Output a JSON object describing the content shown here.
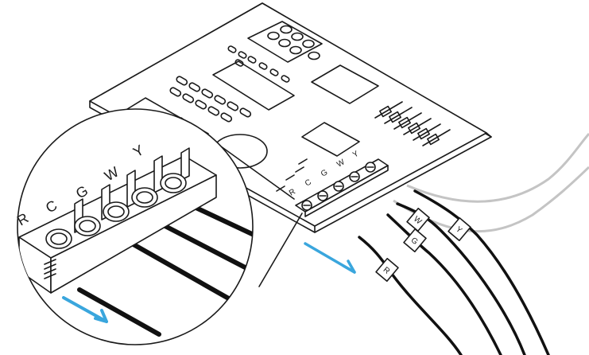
{
  "colors": {
    "ink": "#1a1a1a",
    "board": "#ffffff",
    "grey_wire": "#c4c4c4",
    "black_wire": "#111111",
    "arrow": "#3aa6dd"
  },
  "board_terminals": [
    "R",
    "C",
    "G",
    "W",
    "Y"
  ],
  "zoom_terminals": [
    "R",
    "C",
    "G",
    "W",
    "Y"
  ],
  "wire_tags": [
    "R",
    "G",
    "W",
    "Y"
  ]
}
